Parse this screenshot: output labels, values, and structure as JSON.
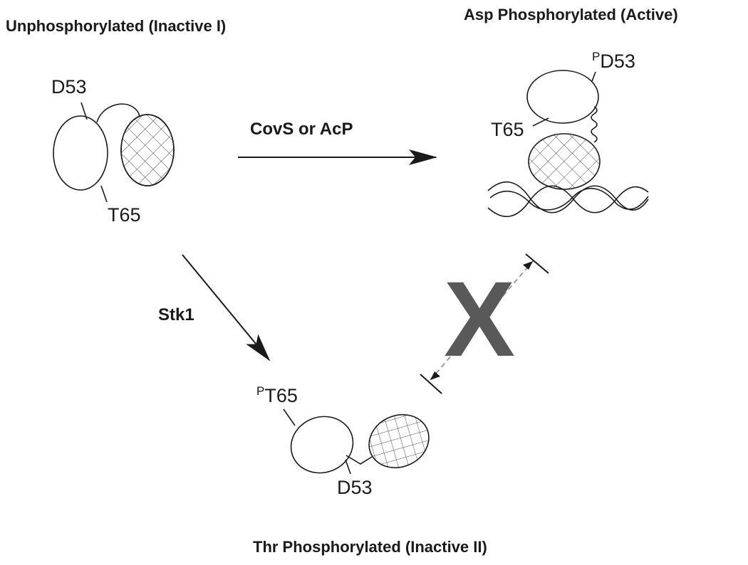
{
  "states": {
    "unphosphorylated": {
      "title": "Unphosphorylated (Inactive I)",
      "label_d53": "D53",
      "label_t65": "T65"
    },
    "asp_phosphorylated": {
      "title": "Asp Phosphorylated (Active)",
      "label_d53_prefix": "P",
      "label_d53": "D53",
      "label_t65": "T65"
    },
    "thr_phosphorylated": {
      "title": "Thr Phosphorylated (Inactive II)",
      "label_t65_prefix": "P",
      "label_t65": "T65",
      "label_d53": "D53"
    }
  },
  "arrows": {
    "horizontal_label": "CovS or AcP",
    "diagonal_label": "Stk1",
    "blocked_mark": "X"
  },
  "colors": {
    "ink": "#1a1a1a",
    "hatch": "#4a4a4a",
    "blocked_arrow": "#9a9a9a",
    "blocked_mark": "#595959"
  }
}
